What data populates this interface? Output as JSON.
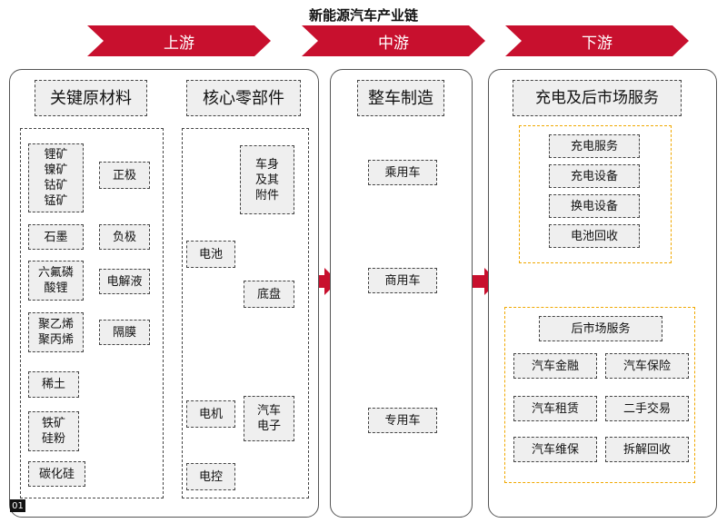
{
  "title": "新能源汽车产业链",
  "stages": {
    "upstream": "上游",
    "midstream": "中游",
    "downstream": "下游"
  },
  "upstream": {
    "materials_header": "关键原材料",
    "parts_header": "核心零部件",
    "minerals": "锂矿\n镍矿\n钴矿\n锰矿",
    "cathode": "正极",
    "graphite": "石墨",
    "anode": "负极",
    "lipf6": "六氟磷\n酸锂",
    "electrolyte": "电解液",
    "pe_pp": "聚乙烯\n聚丙烯",
    "separator": "隔膜",
    "rare_earth": "稀土",
    "iron_si": "铁矿\n硅粉",
    "sic": "碳化硅",
    "body_parts": "车身\n及其\n附件",
    "battery": "电池",
    "chassis": "底盘",
    "motor": "电机",
    "auto_electronics": "汽车\n电子",
    "motor_control": "电控"
  },
  "midstream": {
    "header": "整车制造",
    "passenger": "乘用车",
    "commercial": "商用车",
    "special": "专用车"
  },
  "downstream": {
    "header": "充电及后市场服务",
    "charging_service": "充电服务",
    "charging_equipment": "充电设备",
    "swap_equipment": "换电设备",
    "battery_recycling": "电池回收",
    "aftermarket": "后市场服务",
    "finance": "汽车金融",
    "insurance": "汽车保险",
    "leasing": "汽车租赁",
    "used_car": "二手交易",
    "maintenance": "汽车维保",
    "dismantling": "拆解回收"
  },
  "page_number": "01",
  "colors": {
    "chevron": "#c8102e",
    "arrow_orange": "#f5a000",
    "box_fill": "#efefef"
  }
}
